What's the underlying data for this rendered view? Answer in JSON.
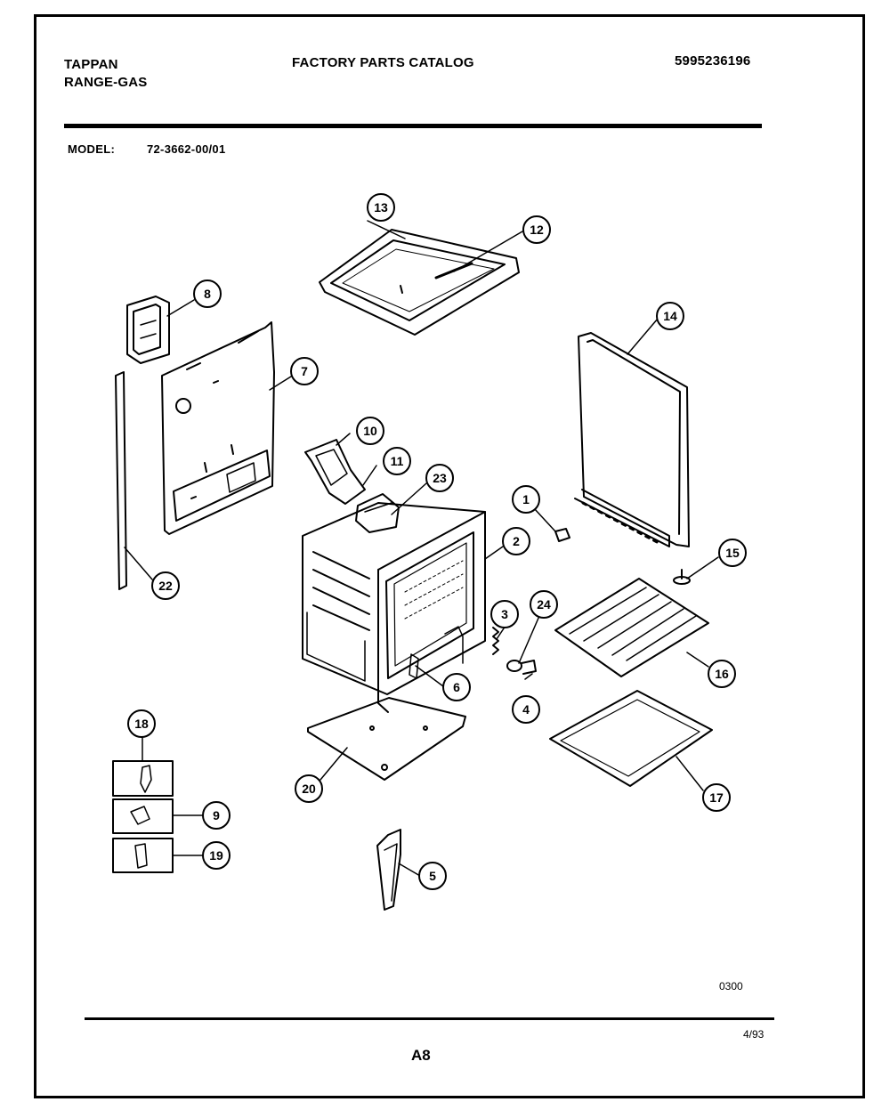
{
  "header": {
    "brand": "TAPPAN",
    "product": "RANGE-GAS",
    "catalog_title": "FACTORY PARTS CATALOG",
    "catalog_number": "5995236196",
    "model_label": "MODEL:",
    "model_number": "72-3662-00/01"
  },
  "footer": {
    "drawing_code": "0300",
    "date": "4/93",
    "page": "A8"
  },
  "callouts": [
    {
      "label": "13"
    },
    {
      "label": "12"
    },
    {
      "label": "8"
    },
    {
      "label": "7"
    },
    {
      "label": "14"
    },
    {
      "label": "10"
    },
    {
      "label": "11"
    },
    {
      "label": "23"
    },
    {
      "label": "1"
    },
    {
      "label": "2"
    },
    {
      "label": "22"
    },
    {
      "label": "15"
    },
    {
      "label": "3"
    },
    {
      "label": "24"
    },
    {
      "label": "16"
    },
    {
      "label": "6"
    },
    {
      "label": "4"
    },
    {
      "label": "18"
    },
    {
      "label": "20"
    },
    {
      "label": "17"
    },
    {
      "label": "9"
    },
    {
      "label": "19"
    },
    {
      "label": "5"
    }
  ]
}
